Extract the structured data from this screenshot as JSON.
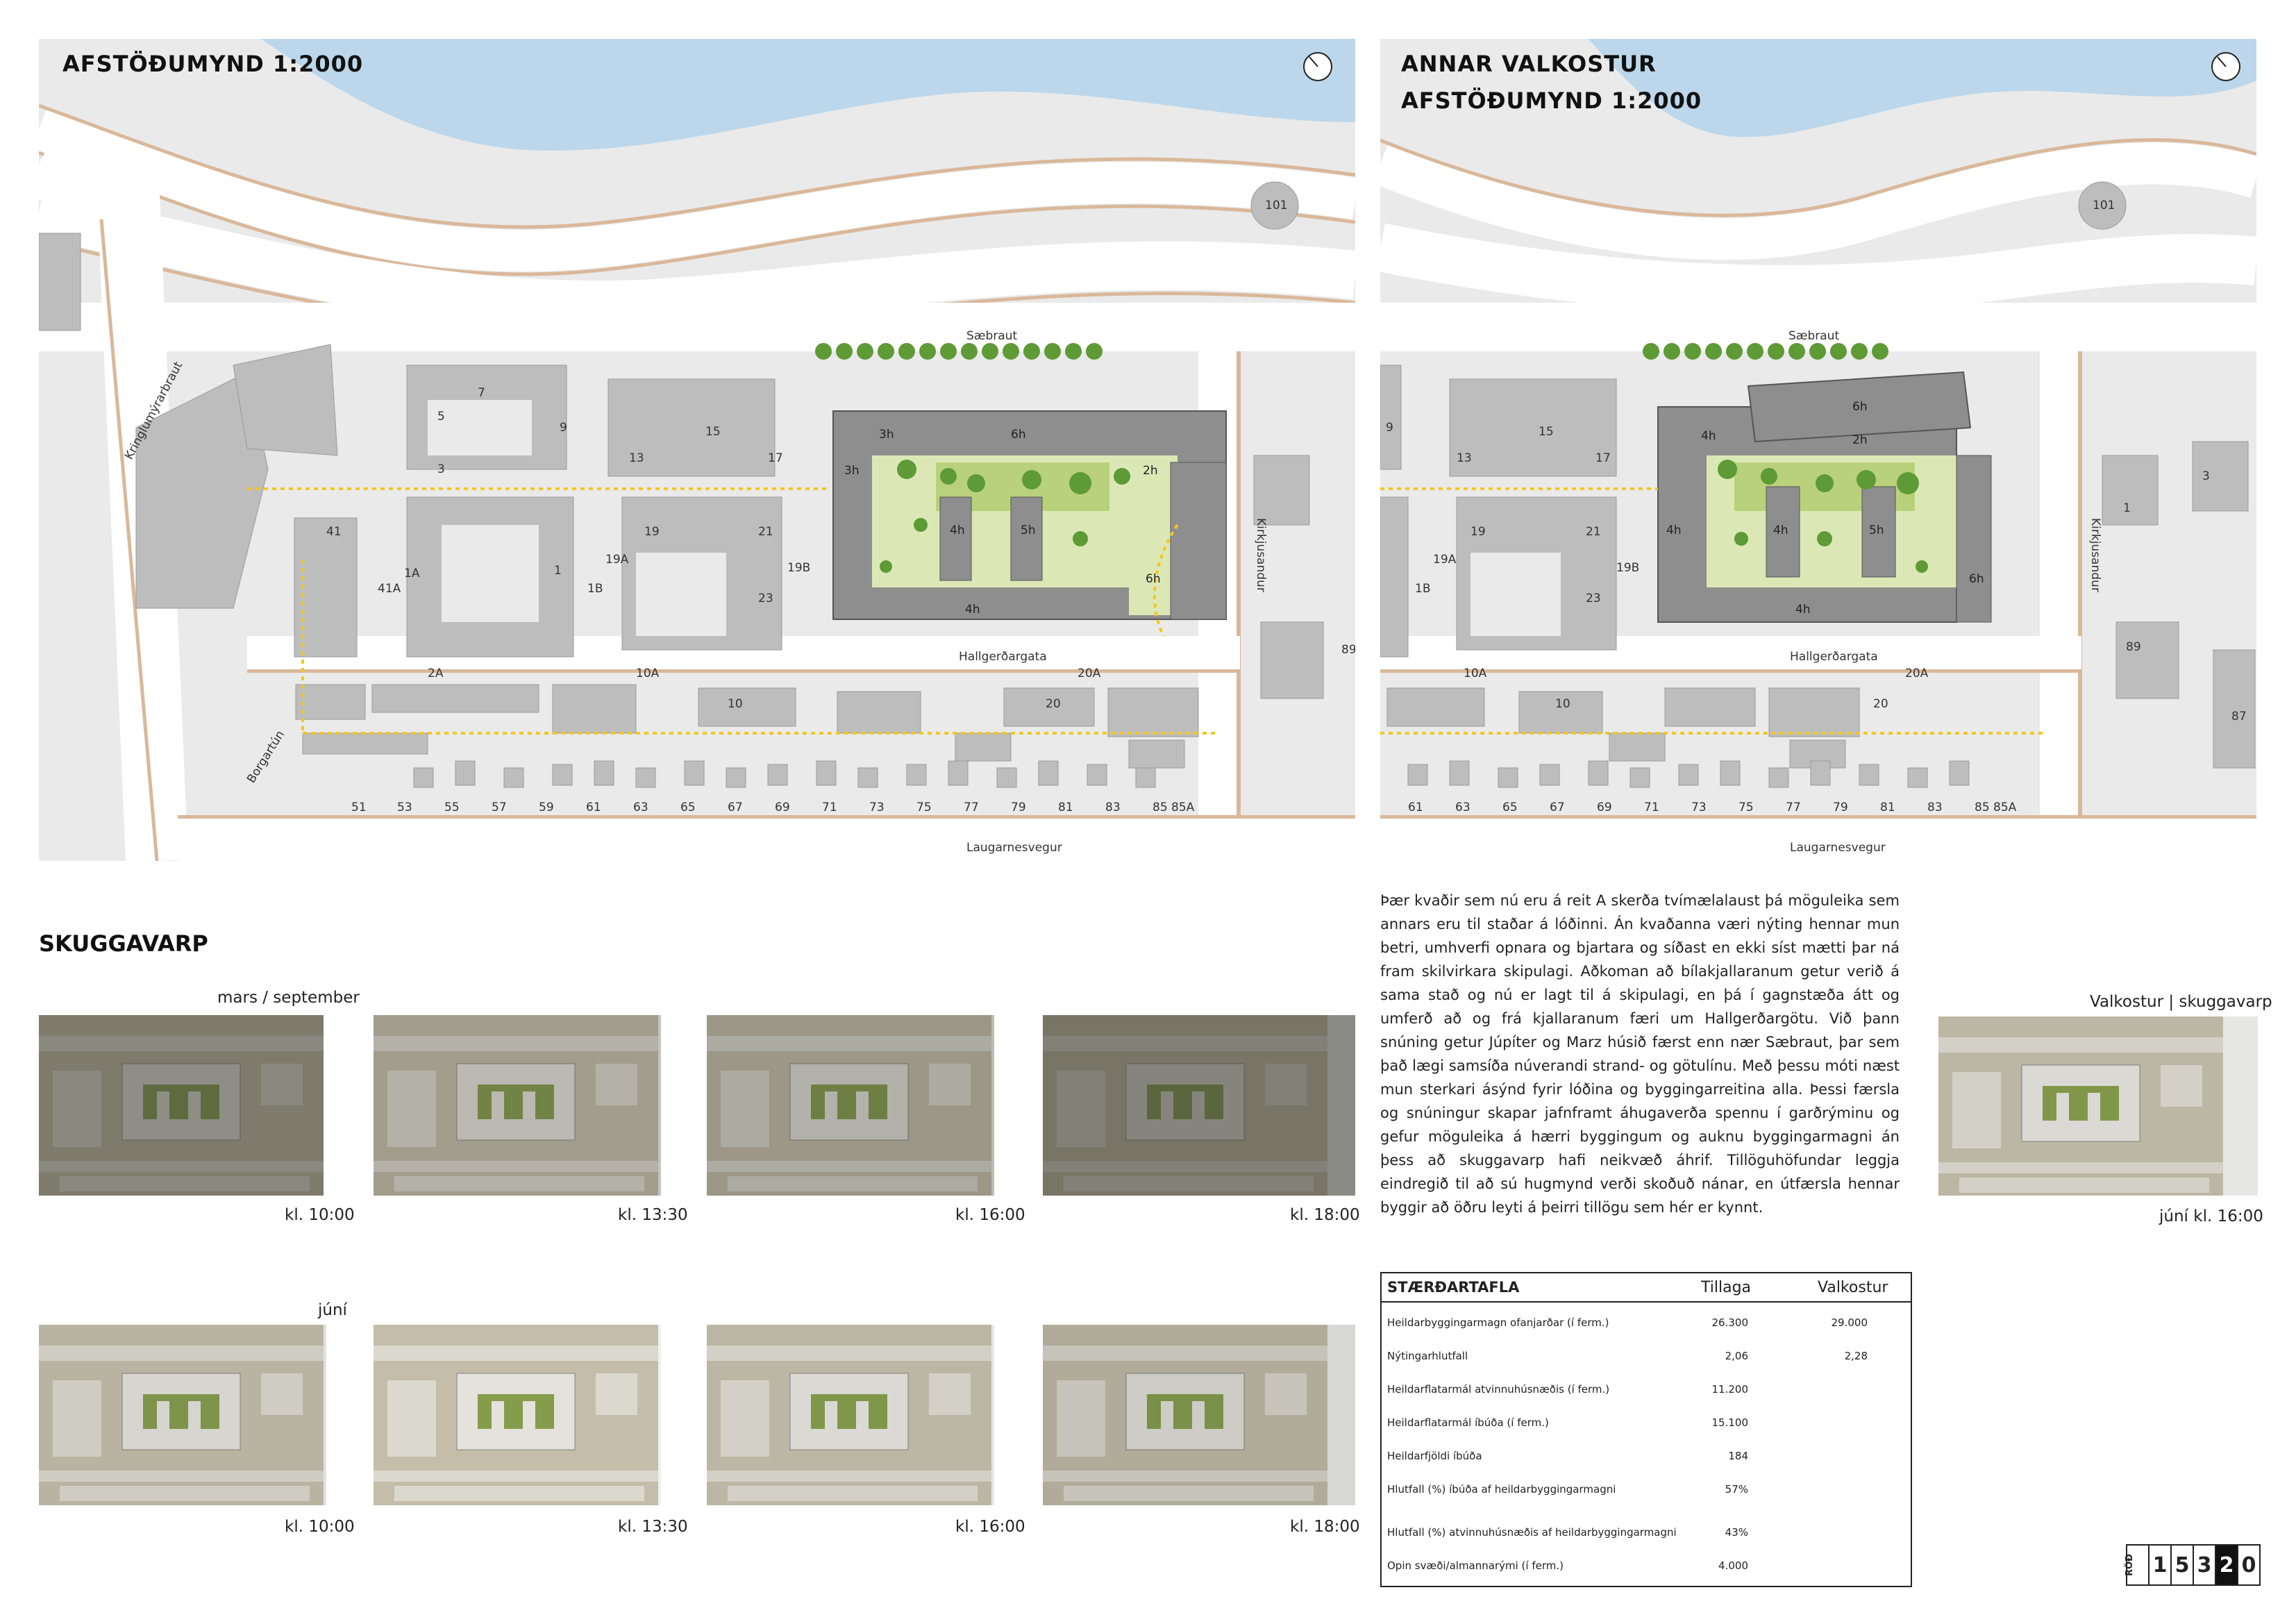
{
  "left_map": {
    "title": "AFSTÖÐUMYND 1:2000",
    "streets": {
      "saebraut": "Sæbraut",
      "kringlumyrarbraut": "Kringlumýrarbraut",
      "kirkjusandur": "Kirkjusandur",
      "hallgerdargata": "Hallgerðargata",
      "borgartun": "Borgartún",
      "laugarnesvegur": "Laugarnesvegur"
    },
    "heights": {
      "h3a": "3h",
      "h6a": "6h",
      "h2": "2h",
      "h3b": "3h",
      "h4a": "4h",
      "h5": "5h",
      "h6b": "6h",
      "h4b": "4h"
    },
    "numbers": {
      "n101": "101",
      "n7": "7",
      "n5": "5",
      "n9": "9",
      "n3": "3",
      "n15": "15",
      "n13": "13",
      "n17": "17",
      "n41": "41",
      "n19": "19",
      "n21": "21",
      "n1": "1",
      "n1a": "1A",
      "n41a": "41A",
      "n1b": "1B",
      "n19a": "19A",
      "n19b": "19B",
      "n23": "23",
      "n89": "89",
      "n2a": "2A",
      "n10a": "10A",
      "n20a": "20A",
      "n10": "10",
      "n20": "20"
    },
    "row_numbers": [
      "51",
      "53",
      "55",
      "57",
      "59",
      "61",
      "63",
      "65",
      "67",
      "69",
      "71",
      "73",
      "75",
      "77",
      "79",
      "81",
      "83",
      "85 85A"
    ]
  },
  "right_map": {
    "title1": "ANNAR VALKOSTUR",
    "title2": "AFSTÖÐUMYND 1:2000",
    "streets": {
      "saebraut": "Sæbraut",
      "kirkjusandur": "Kirkjusandur",
      "hallgerdargata": "Hallgerðargata",
      "laugarnesvegur": "Laugarnesvegur"
    },
    "heights": {
      "h6": "6h",
      "h4a": "4h",
      "h2": "2h",
      "h4b": "4h",
      "h4c": "4h",
      "h5": "5h",
      "h6b": "6h",
      "h4d": "4h"
    },
    "numbers": {
      "n101": "101",
      "n9": "9",
      "n15": "15",
      "n13": "13",
      "n17": "17",
      "n19": "19",
      "n21": "21",
      "n19a": "19A",
      "n1b": "1B",
      "n19b": "19B",
      "n23": "23",
      "n89": "89",
      "n87": "87",
      "n3": "3",
      "n1": "1",
      "n10a": "10A",
      "n20a": "20A",
      "n10": "10",
      "n20": "20"
    },
    "row_numbers": [
      "61",
      "63",
      "65",
      "67",
      "69",
      "71",
      "73",
      "75",
      "77",
      "79",
      "81",
      "83",
      "85 85A"
    ]
  },
  "shadow": {
    "title": "SKUGGAVARP",
    "season1": "mars / september",
    "season2": "júní",
    "times": [
      "kl. 10:00",
      "kl. 13:30",
      "kl. 16:00",
      "kl. 18:00"
    ],
    "valkostur_title": "Valkostur | skuggavarp",
    "valkostur_caption": "júní  kl. 16:00"
  },
  "description": "Þær kvaðir sem nú eru á reit A skerða tvímælalaust þá möguleika sem annars eru til staðar á lóðinni. Án kvaðanna væri nýting hennar mun betri, umhverfi opnara og bjartara og síðast en ekki síst mætti þar ná fram skilvirkara skipulagi. Aðkoman að bílakjallaranum getur verið á sama stað og nú er lagt til á skipulagi, en þá í gagnstæða átt og umferð að og frá kjallaranum færi um Hallgerðargötu. Við þann snúning getur Júpíter og Marz húsið færst enn nær Sæbraut, þar sem það lægi samsíða núverandi strand- og götulínu. Með þessu móti næst mun sterkari ásýnd fyrir lóðina og byggingarreitina alla. Þessi færsla og snúningur skapar jafnframt áhugaverða spennu í garðrýminu og gefur möguleika á hærri byggingum og auknu byggingarmagni án þess að skuggavarp hafi neikvæð áhrif.  Tillöguhöfundar leggja eindregið til að sú hugmynd verði skoðuð nánar, en útfærsla hennar byggir að öðru leyti á þeirri tillögu sem hér er kynnt.",
  "table": {
    "title": "STÆRÐARTAFLA",
    "col1": "Tillaga",
    "col2": "Valkostur",
    "rows": [
      {
        "label": "Heildarbyggingarmagn ofanjarðar (í ferm.)",
        "v1": "26.300",
        "v2": "29.000"
      },
      {
        "label": "Nýtingarhlutfall",
        "v1": "2,06",
        "v2": "2,28"
      },
      {
        "label": "Heildarflatarmál atvinnuhúsnæðis (í ferm.)",
        "v1": "11.200",
        "v2": ""
      },
      {
        "label": "Heildarflatarmál íbúða (í ferm.)",
        "v1": "15.100",
        "v2": ""
      },
      {
        "label": "Heildarfjöldi íbúða",
        "v1": "184",
        "v2": ""
      },
      {
        "label": "Hlutfall (%) íbúða af heildarbyggingarmagni",
        "v1": "57%",
        "v2": ""
      },
      {
        "label": "Hlutfall (%) atvinnuhúsnæðis af heildarbyggingarmagni",
        "v1": "43%",
        "v2": ""
      },
      {
        "label": "Opin svæði/almannarými (í ferm.)",
        "v1": "4.000",
        "v2": ""
      }
    ]
  },
  "rod": {
    "label": "RÖÐ",
    "digits": [
      "1",
      "5",
      "3",
      "2",
      "0"
    ]
  },
  "colors": {
    "water": "#bcd7eb",
    "road": "#ffffff",
    "ground": "#ececec",
    "building": "#bdbdbd",
    "project": "#8e8e8e",
    "courtyard": "#dbe8b6",
    "path": "#d9b89a"
  }
}
